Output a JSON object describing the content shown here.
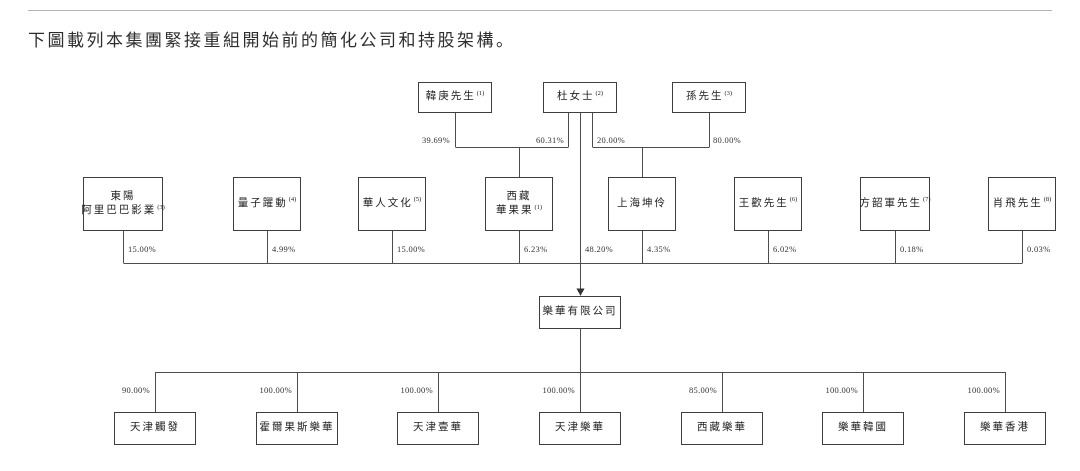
{
  "page": {
    "title": "下圖載列本集團緊接重組開始前的簡化公司和持股架構。"
  },
  "chart": {
    "top_shareholders": [
      {
        "name": "韓庚先生",
        "note": "(1)"
      },
      {
        "name": "杜女士",
        "note": "(2)"
      },
      {
        "name": "孫先生",
        "note": "(3)"
      }
    ],
    "top_pcts": [
      "39.69%",
      "60.31%",
      "20.00%",
      "80.00%"
    ],
    "mid_shareholders": [
      {
        "line1": "東陽",
        "line2": "阿里巴巴影業",
        "note": "(3)",
        "pct": "15.00%"
      },
      {
        "line1": "量子躍動",
        "line2": "",
        "note": "(4)",
        "pct": "4.99%"
      },
      {
        "line1": "華人文化",
        "line2": "",
        "note": "(5)",
        "pct": "15.00%"
      },
      {
        "line1": "西藏",
        "line2": "華果果",
        "note": "(1)",
        "pct": "6.23%"
      },
      {
        "line1": "上海坤伶",
        "line2": "",
        "note": "",
        "pct": "4.35%"
      },
      {
        "line1": "王歡先生",
        "line2": "",
        "note": "(6)",
        "pct": "6.02%"
      },
      {
        "line1": "方韶軍先生",
        "line2": "",
        "note": "(7)",
        "pct": "0.18%"
      },
      {
        "line1": "肖飛先生",
        "line2": "",
        "note": "(8)",
        "pct": "0.03%"
      }
    ],
    "du_direct_pct": "48.20%",
    "company": {
      "name": "樂華有限公司"
    },
    "subsidiaries": [
      {
        "name": "天津觸發",
        "pct": "90.00%"
      },
      {
        "name": "霍爾果斯樂華",
        "pct": "100.00%"
      },
      {
        "name": "天津壹華",
        "pct": "100.00%"
      },
      {
        "name": "天津樂華",
        "pct": "100.00%"
      },
      {
        "name": "西藏樂華",
        "pct": "85.00%"
      },
      {
        "name": "樂華韓國",
        "pct": "100.00%"
      },
      {
        "name": "樂華香港",
        "pct": "100.00%"
      }
    ]
  }
}
